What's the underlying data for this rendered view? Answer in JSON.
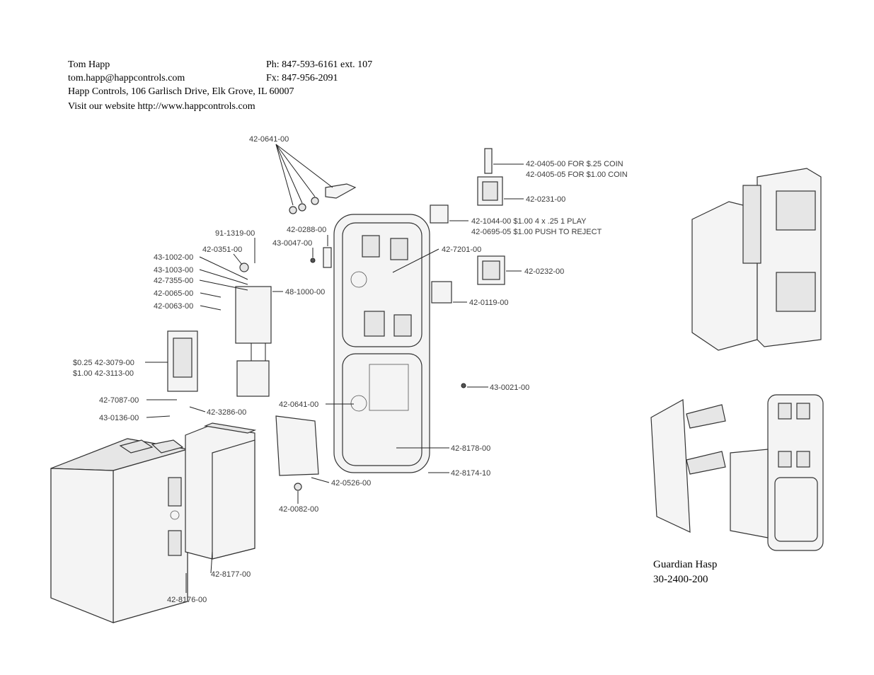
{
  "contact": {
    "name": "Tom Happ",
    "email": "tom.happ@happcontrols.com",
    "address": "Happ Controls, 106 Garlisch Drive, Elk Grove, IL 60007",
    "website": "Visit our website http://www.happcontrols.com",
    "phone": "Ph: 847-593-6161 ext. 107",
    "fax": "Fx: 847-956-2091"
  },
  "labels": {
    "p1": "42-0641-00",
    "p2a": "42-0405-00 FOR $.25 COIN",
    "p2b": "42-0405-05 FOR $1.00 COIN",
    "p3": "42-0231-00",
    "p4a": "42-1044-00 $1.00 4 x .25 1 PLAY",
    "p4b": "42-0695-05 $1.00 PUSH TO REJECT",
    "p5": "91-1319-00",
    "p6": "42-0288-00",
    "p7": "43-0047-00",
    "p8": "42-0351-00",
    "p9": "42-7201-00",
    "p10": "43-1002-00",
    "p11": "43-1003-00",
    "p12": "42-7355-00",
    "p13": "42-0232-00",
    "p14": "48-1000-00",
    "p15": "42-0065-00",
    "p16": "42-0063-00",
    "p17": "42-0119-00",
    "p18a": "$0.25 42-3079-00",
    "p18b": "$1.00 42-3113-00",
    "p19": "43-0021-00",
    "p20": "42-7087-00",
    "p21": "42-0641-00",
    "p22": "42-3286-00",
    "p23": "43-0136-00",
    "p24": "42-8178-00",
    "p25": "42-8174-10",
    "p26": "42-0526-00",
    "p27": "42-0082-00",
    "p28": "42-8177-00",
    "p29": "42-8176-00"
  },
  "guardian": {
    "title": "Guardian Hasp",
    "part": "30-2400-200"
  }
}
